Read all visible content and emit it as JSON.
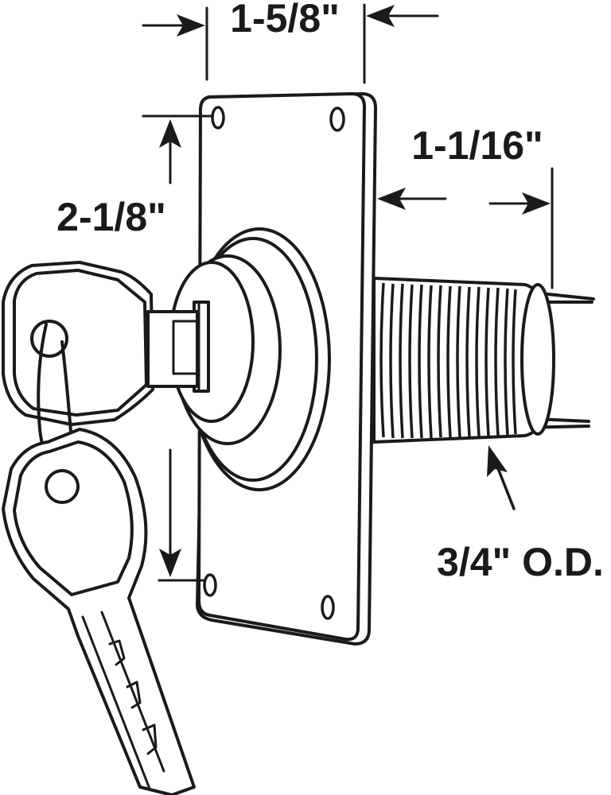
{
  "dimensions": {
    "plate_width": "1-5/8\"",
    "plate_height": "2-1/8\"",
    "shaft_length": "1-1/16\"",
    "shaft_diameter": "3/4\" O.D."
  },
  "colors": {
    "ink": "#1a1a1a",
    "background": "#ffffff"
  }
}
